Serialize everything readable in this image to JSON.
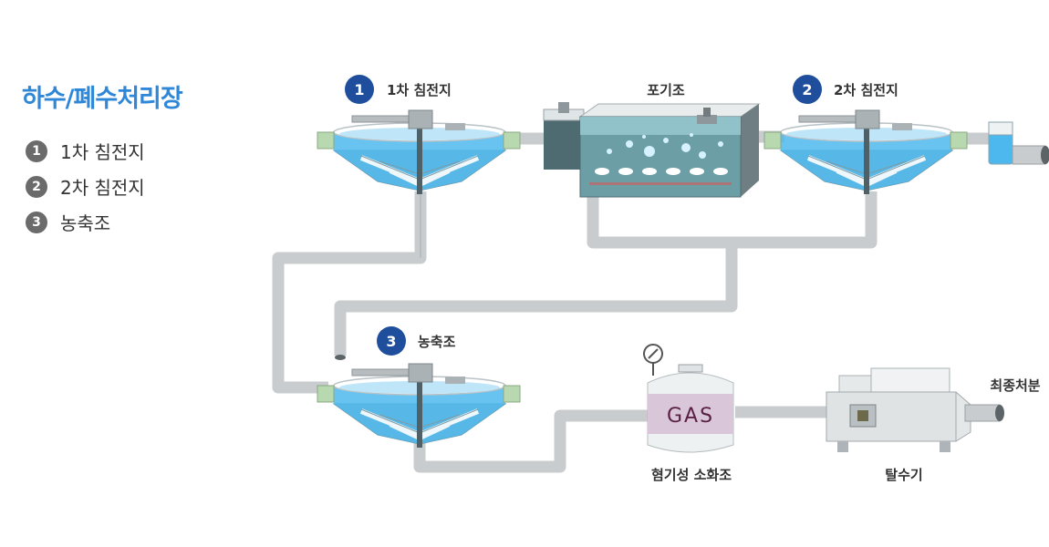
{
  "title": "하수/폐수처리장",
  "legend": [
    {
      "num": "1",
      "label": "1차 침전지"
    },
    {
      "num": "2",
      "label": "2차 침전지"
    },
    {
      "num": "3",
      "label": "농축조"
    }
  ],
  "stages": {
    "primary": {
      "num": "1",
      "label": "1차 침전지"
    },
    "aeration": {
      "label": "포기조"
    },
    "secondary": {
      "num": "2",
      "label": "2차 침전지"
    },
    "thickener": {
      "num": "3",
      "label": "농축조"
    },
    "digester": {
      "label": "혐기성 소화조",
      "tank_text": "GAS"
    },
    "dewatering": {
      "label": "탈수기"
    },
    "final": {
      "label": "최종처분"
    }
  },
  "colors": {
    "title": "#2f87d8",
    "badge": "#1f4f9c",
    "legend_badge": "#6b6b6b",
    "pipe": "#c8ccce",
    "water": "#4db8ee",
    "gas_band": "#d9c6d9"
  }
}
